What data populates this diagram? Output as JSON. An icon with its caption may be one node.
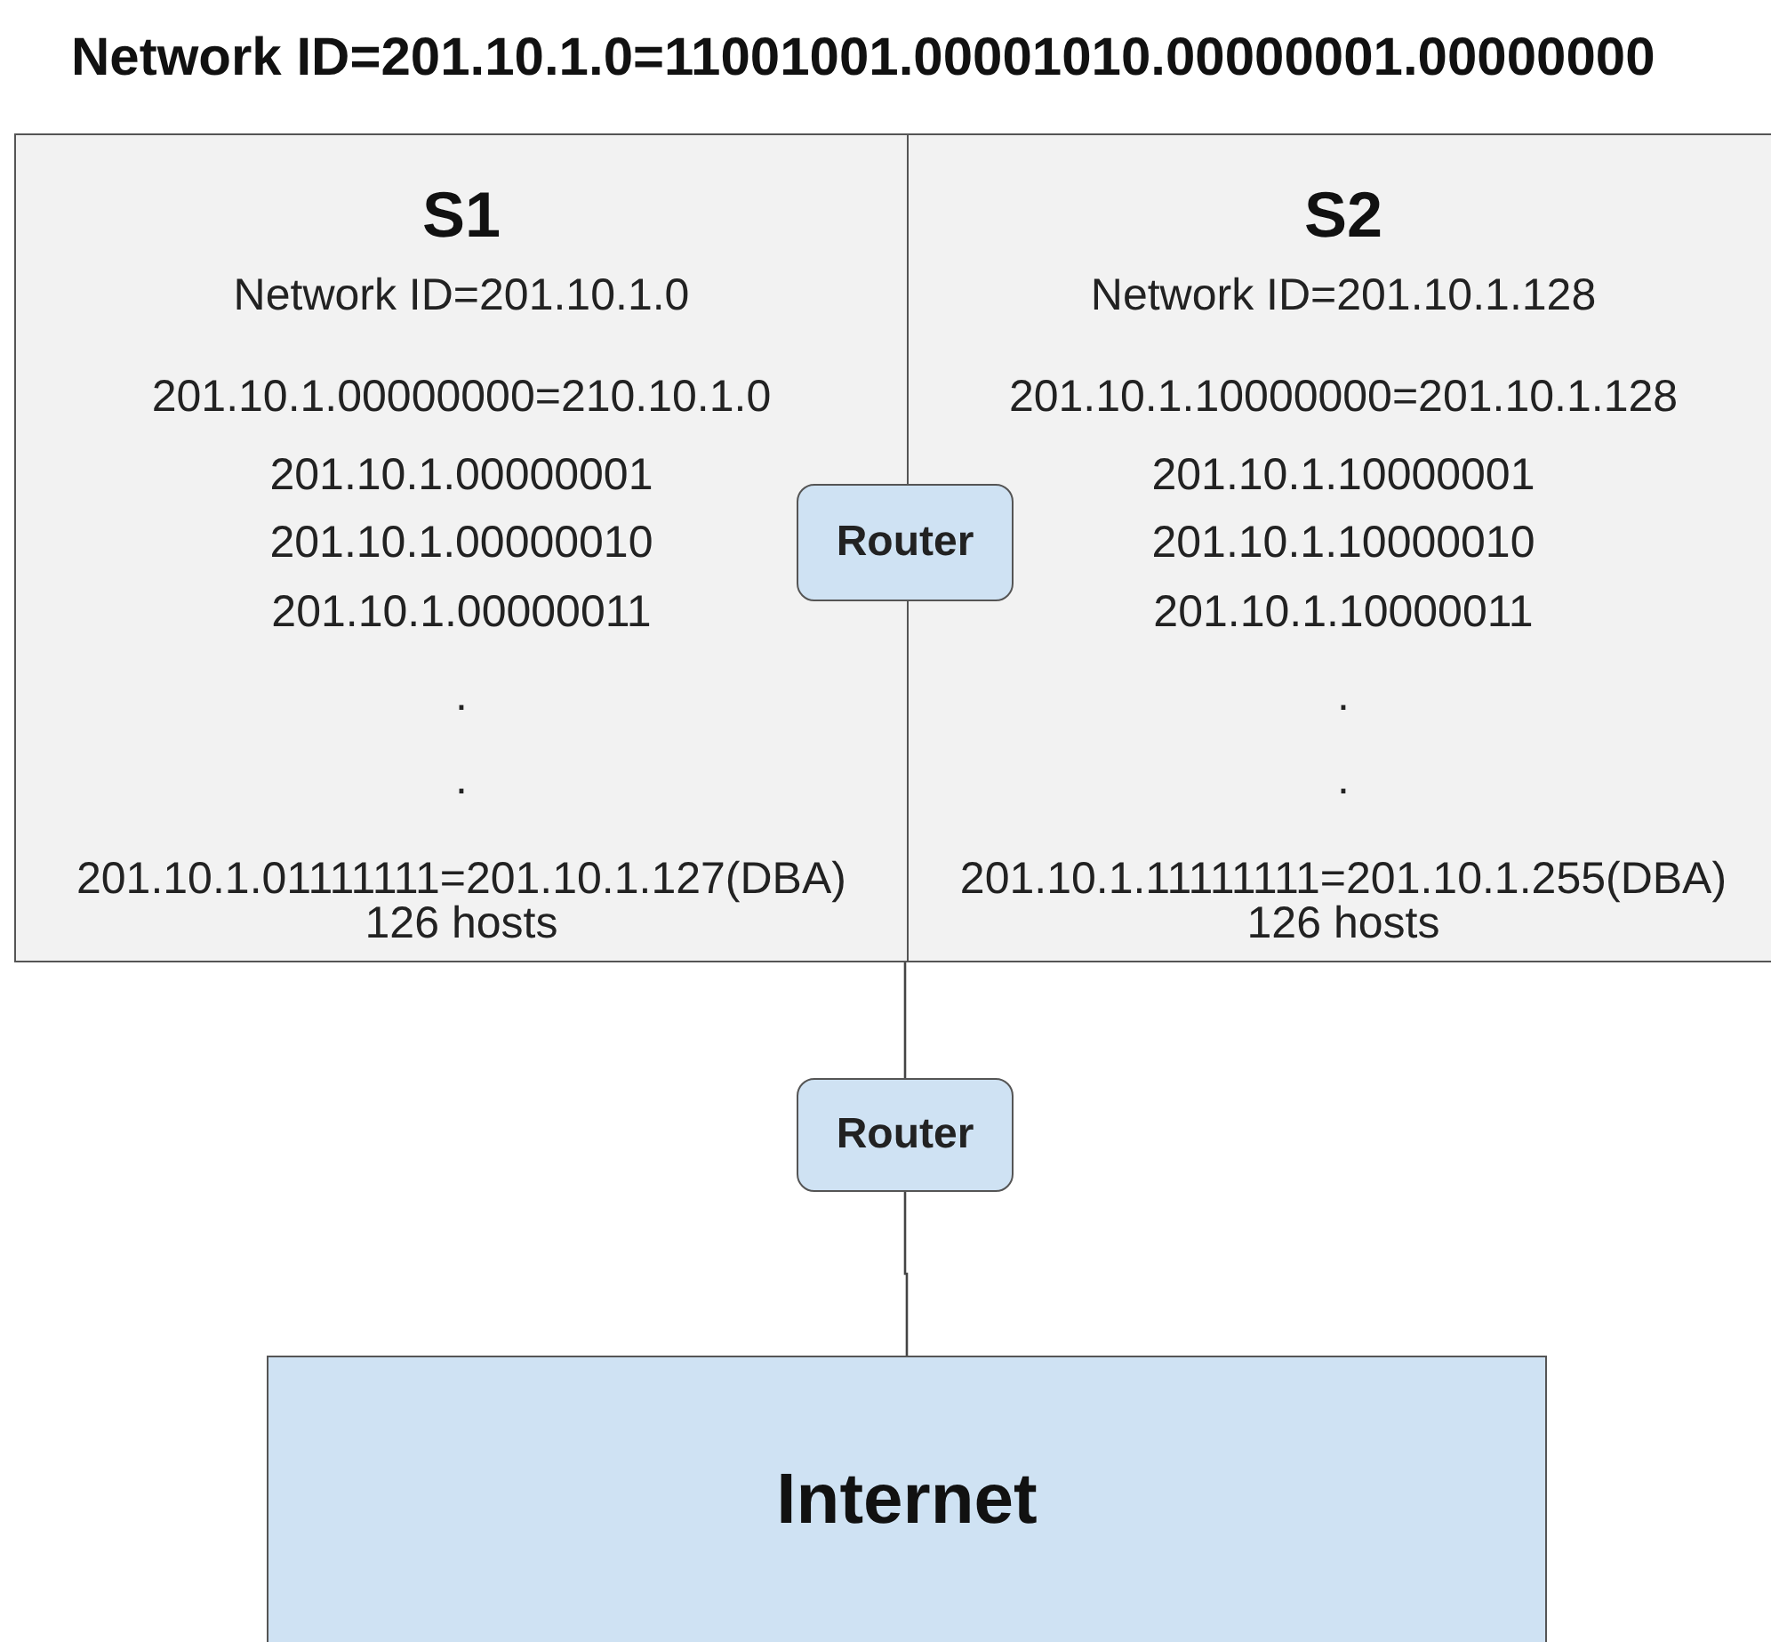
{
  "diagram": {
    "title": "Network ID=201.10.1.0=11001001.00001010.00000001.00000000",
    "nodes": [
      {
        "text": [
          "S1",
          "Network ID=201.10.1.0",
          "201.10.1.00000000=210.10.1.0",
          "201.10.1.00000001",
          "201.10.1.00000010",
          "201.10.1.00000011",
          ".",
          ".",
          "201.10.1.01111111=201.10.1.127(DBA)",
          "126 hosts"
        ]
      },
      {
        "text": [
          "S2",
          "Network ID=201.10.1.128",
          "201.10.1.10000000=201.10.1.128",
          "201.10.1.10000001",
          "201.10.1.10000010",
          "201.10.1.10000011",
          ".",
          ".",
          "201.10.1.11111111=201.10.1.255(DBA)",
          "126 hosts"
        ]
      },
      {
        "text": [
          "Router"
        ]
      },
      {
        "text": [
          "Router"
        ]
      },
      {
        "text": [
          "Internet"
        ]
      }
    ],
    "edges": [
      {
        "from": 2,
        "to": 3,
        "arrow": "none"
      },
      {
        "from": 3,
        "to": 4,
        "arrow": "none"
      }
    ]
  }
}
